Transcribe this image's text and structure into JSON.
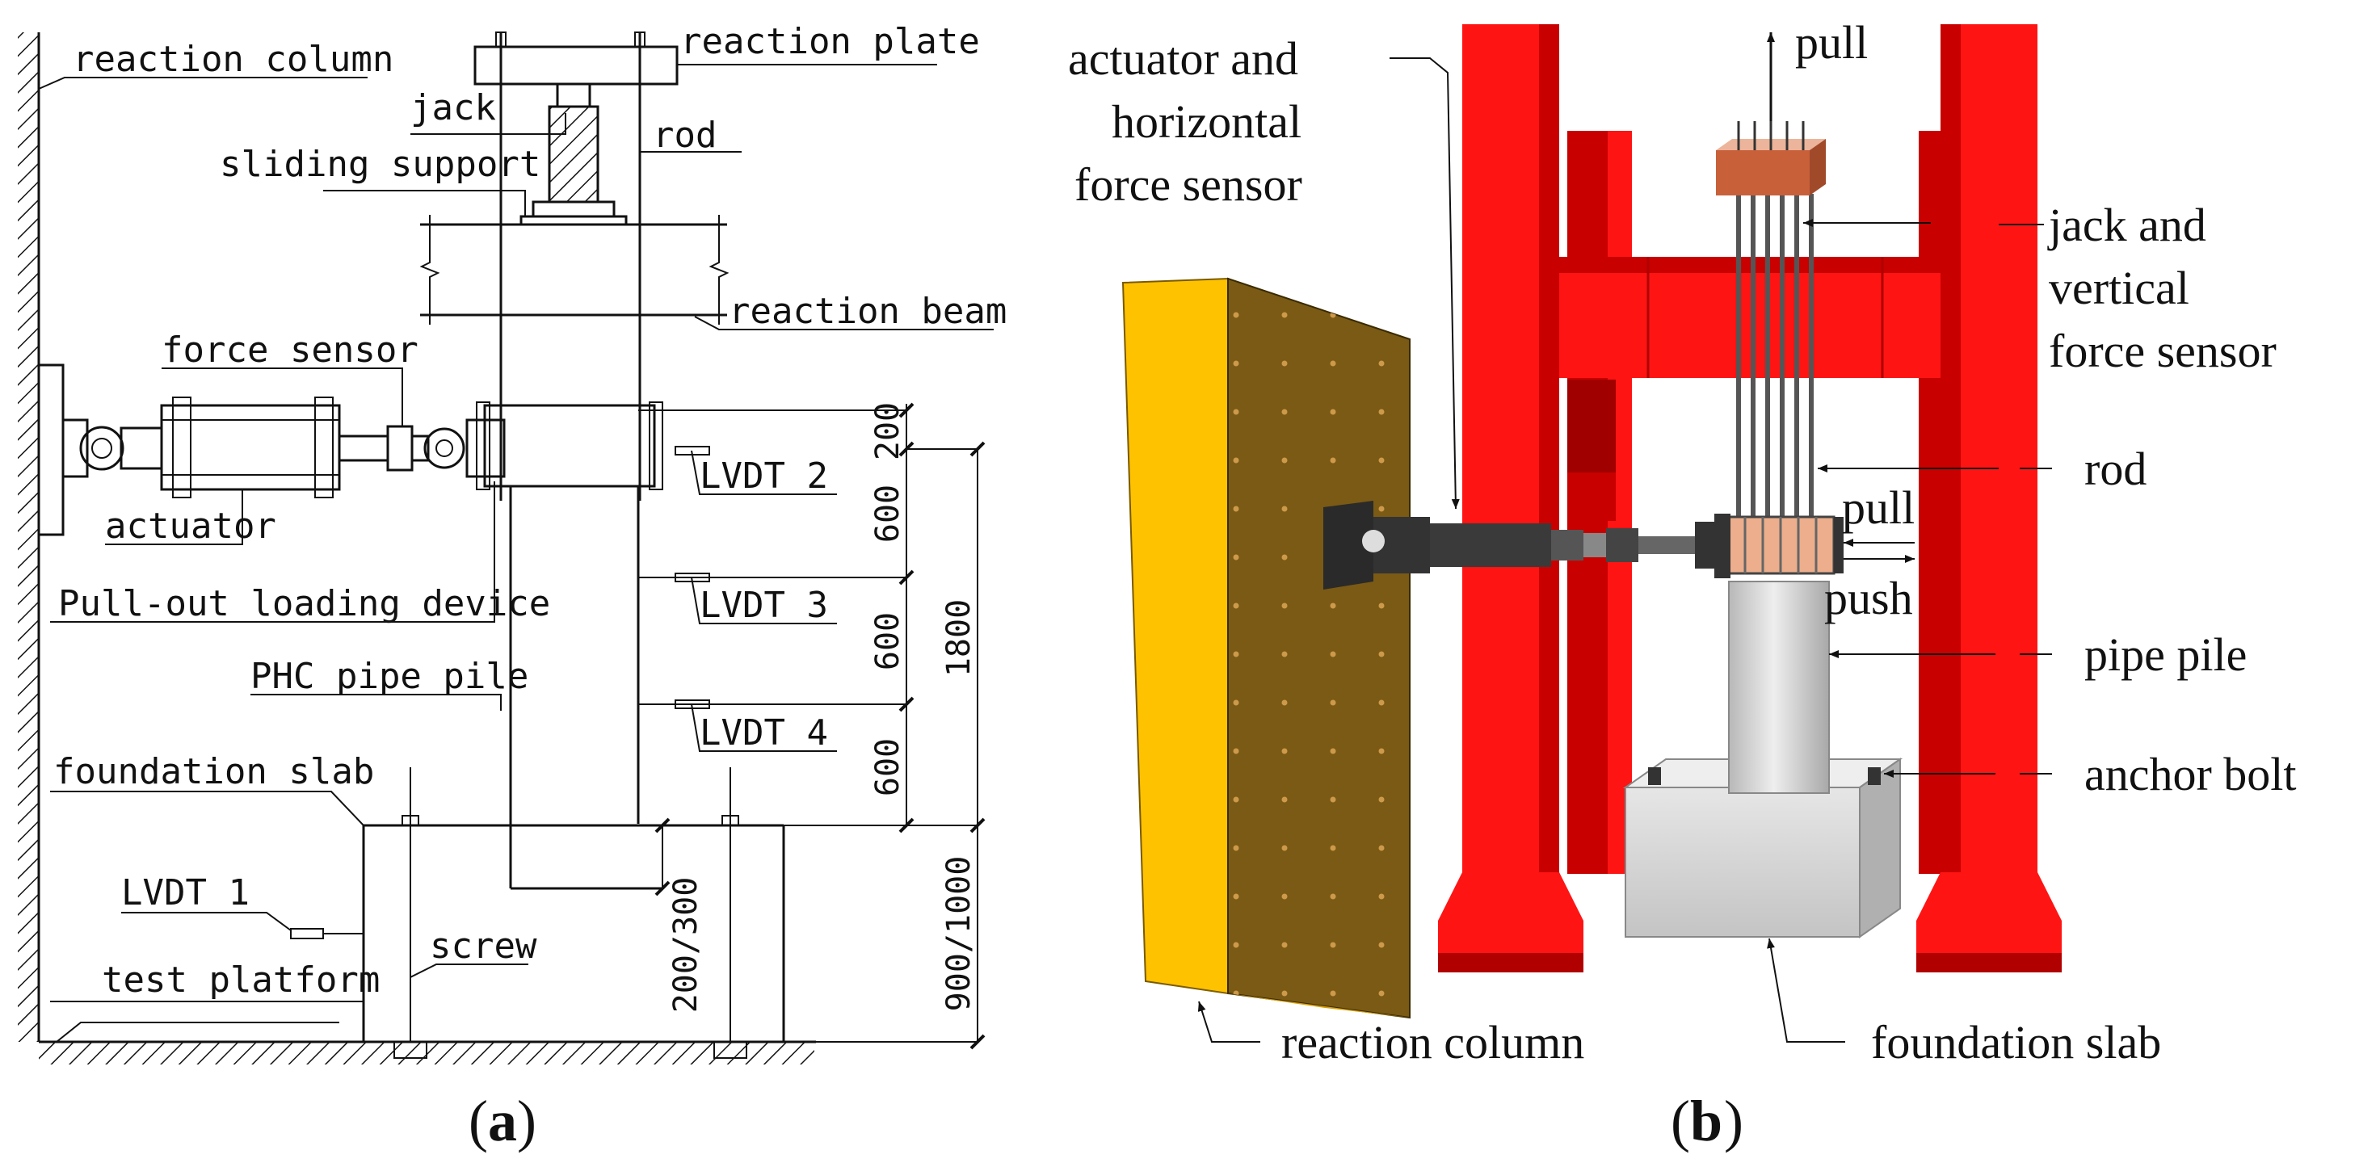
{
  "panel_a": {
    "caption_letter": "a",
    "labels": {
      "reaction_column": "reaction column",
      "reaction_plate": "reaction plate",
      "jack": "jack",
      "rod": "rod",
      "sliding_support": "sliding support",
      "reaction_beam": "reaction beam",
      "force_sensor": "force sensor",
      "actuator": "actuator",
      "lvdt2": "LVDT 2",
      "lvdt3": "LVDT 3",
      "lvdt4": "LVDT 4",
      "lvdt1": "LVDT 1",
      "pull_out": "Pull-out loading device",
      "phc_pile": "PHC pipe pile",
      "foundation_slab": "foundation slab",
      "screw": "screw",
      "test_platform": "test platform"
    },
    "dimensions": {
      "d200": "200",
      "d600a": "600",
      "d600b": "600",
      "d600c": "600",
      "d1800": "1800",
      "d900_1000": "900/1000",
      "d200_300": "200/300"
    }
  },
  "panel_b": {
    "caption_letter": "b",
    "labels": {
      "pull_top": "pull",
      "actuator_line1": "actuator and",
      "actuator_line2": "horizontal",
      "actuator_line3": "force sensor",
      "jack_line1": "jack and",
      "jack_line2": "vertical",
      "jack_line3": "force sensor",
      "rod": "rod",
      "pull": "pull",
      "push": "push",
      "pipe_pile": "pipe pile",
      "anchor_bolt": "anchor bolt",
      "reaction_column": "reaction column",
      "foundation_slab": "foundation slab"
    }
  },
  "colors": {
    "frame_red": "#ff1414",
    "frame_dark_red": "#c80000",
    "wall_face": "#7a5a14",
    "wall_edge": "#ffc200",
    "concrete": "#d9d9d9",
    "copper": "#d9805a",
    "steel_dark": "#2a2a2a"
  }
}
